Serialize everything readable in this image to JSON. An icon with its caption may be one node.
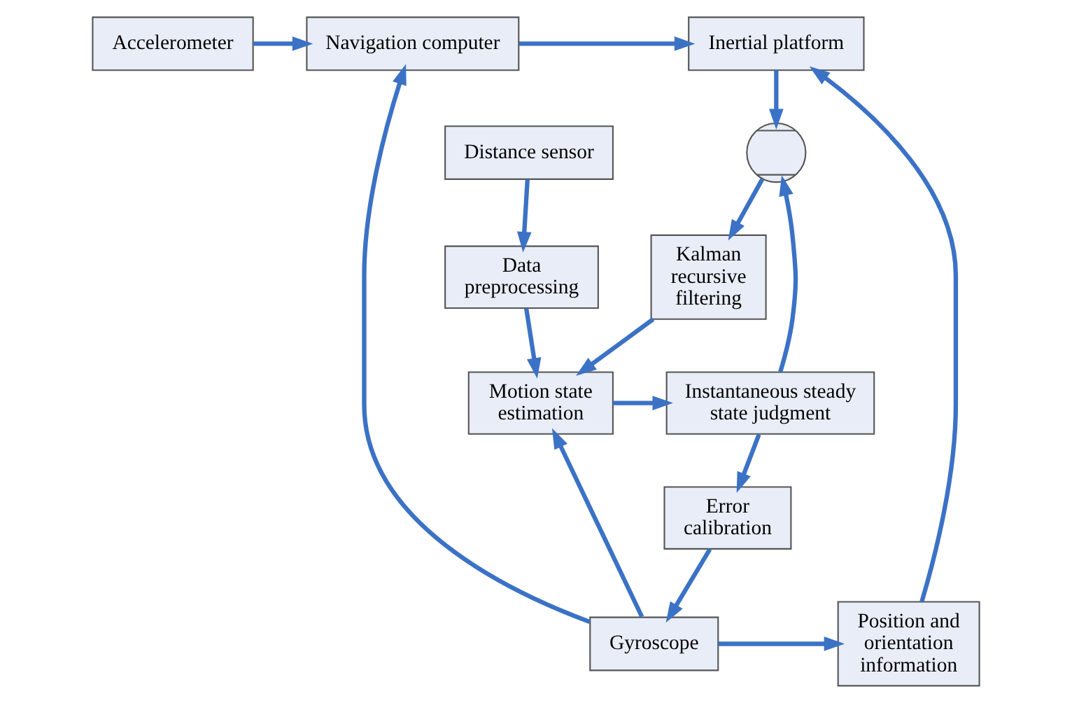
{
  "diagram": {
    "nodes": [
      {
        "text": [
          "Accelerometer"
        ]
      },
      {
        "text": [
          "Navigation computer"
        ]
      },
      {
        "text": [
          "Inertial platform"
        ]
      },
      {
        "text": [
          "Gyroscope"
        ]
      },
      {
        "text": [
          "Position and orientation information"
        ]
      },
      {
        "text": [
          "Distance sensor"
        ]
      },
      {
        "text": [
          "Error calibration"
        ]
      },
      {
        "text": [
          "Data preprocessing"
        ]
      },
      {
        "text": [],
        "shape": "circle"
      },
      {
        "text": [
          "Kalman recursive filtering"
        ]
      },
      {
        "text": [
          "Motion state estimation"
        ]
      },
      {
        "text": [
          "Instantaneous steady state judgment"
        ]
      }
    ],
    "edges": [
      {
        "from": 0,
        "to": 1,
        "arrow": "to"
      },
      {
        "from": 1,
        "to": 2,
        "arrow": "to"
      },
      {
        "from": 3,
        "to": 1,
        "arrow": "to"
      },
      {
        "from": 3,
        "to": 4,
        "arrow": "to"
      },
      {
        "from": 4,
        "to": 2,
        "arrow": "to"
      },
      {
        "from": 2,
        "to": 8,
        "arrow": "to"
      },
      {
        "from": 6,
        "to": 3,
        "arrow": "to"
      },
      {
        "from": 5,
        "to": 7,
        "arrow": "to"
      },
      {
        "from": 7,
        "to": 10,
        "arrow": "to"
      },
      {
        "from": 3,
        "to": 10,
        "arrow": "to"
      },
      {
        "from": 10,
        "to": 11,
        "arrow": "to"
      },
      {
        "from": 11,
        "to": 6,
        "arrow": "to"
      },
      {
        "from": 11,
        "to": 8,
        "arrow": "to"
      },
      {
        "from": 8,
        "to": 9,
        "arrow": "to"
      },
      {
        "from": 9,
        "to": 10,
        "arrow": "to"
      }
    ]
  }
}
